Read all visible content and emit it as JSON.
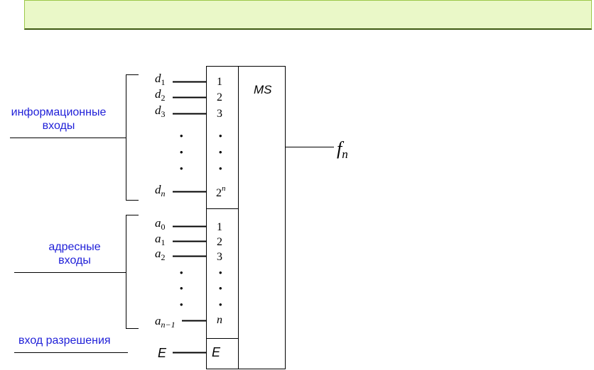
{
  "labels": {
    "info_inputs_line1": "информационные",
    "info_inputs_line2": "входы",
    "address_inputs_line1": "адресные",
    "address_inputs_line2": "входы",
    "enable_input": "вход разрешения"
  },
  "block": {
    "title": "MS",
    "output": {
      "base": "f",
      "sub": "n"
    },
    "enable_pin": "E",
    "enable_signal": "E"
  },
  "data_inputs": [
    {
      "base": "d",
      "sub": "1",
      "pin": "1"
    },
    {
      "base": "d",
      "sub": "2",
      "pin": "2"
    },
    {
      "base": "d",
      "sub": "3",
      "pin": "3"
    }
  ],
  "data_last": {
    "base": "d",
    "sub": "n",
    "pin_base": "2",
    "pin_sup": "n"
  },
  "address_inputs": [
    {
      "base": "a",
      "sub": "0",
      "pin": "1"
    },
    {
      "base": "a",
      "sub": "1",
      "pin": "2"
    },
    {
      "base": "a",
      "sub": "2",
      "pin": "3"
    }
  ],
  "address_last": {
    "base": "a",
    "sub": "n−1",
    "pin": "n"
  },
  "ellipsis_dot": "•"
}
